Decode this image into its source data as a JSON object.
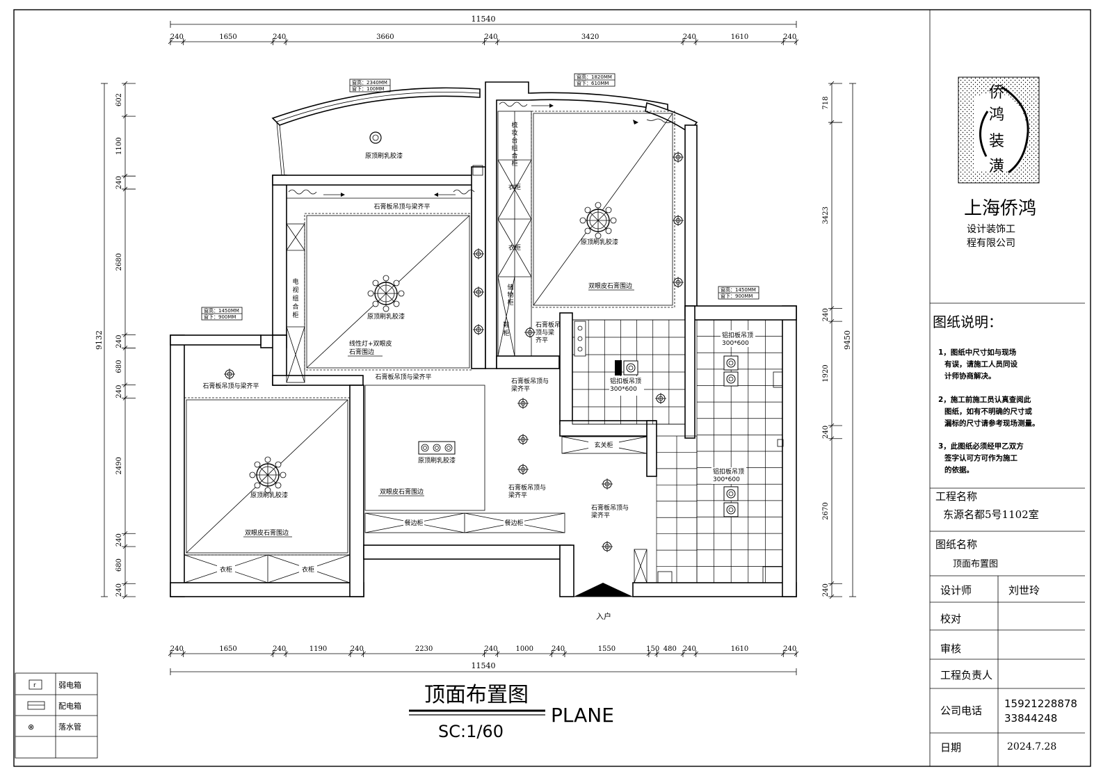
{
  "dimensions": {
    "top_total": "11540",
    "top_segments": [
      "240",
      "1650",
      "240",
      "3660",
      "240",
      "3420",
      "240",
      "1610",
      "240"
    ],
    "bottom_total": "11540",
    "bottom_segments": [
      "240",
      "1650",
      "240",
      "1190",
      "240",
      "2230",
      "240",
      "1000",
      "240",
      "1550",
      "150",
      "480",
      "240",
      "1610",
      "240"
    ],
    "left_total": "9132",
    "left_segments": [
      "602",
      "1100",
      "240",
      "2680",
      "240",
      "680",
      "240",
      "2490",
      "240",
      "680",
      "240"
    ],
    "right_total": "9450",
    "right_segments": [
      "718",
      "3423",
      "240",
      "1920",
      "240",
      "2670",
      "240"
    ]
  },
  "window_tags": [
    {
      "line1": "窗高：2340MM",
      "line2": "窗下：100MM"
    },
    {
      "line1": "窗高：1820MM",
      "line2": "窗下：610MM"
    },
    {
      "line1": "窗高：1450MM",
      "line2": "窗下：900MM"
    },
    {
      "line1": "窗高：1450MM",
      "line2": "窗下：900MM"
    }
  ],
  "room_labels": {
    "balcony_top": "原顶刷乳胶漆",
    "living_gypsum_top": "石膏板吊顶与梁齐平",
    "living_center": "原顶刷乳胶漆",
    "living_line_light1": "线性灯+双眼皮",
    "living_line_light2": "石膏围边",
    "living_gypsum_bottom": "石膏板吊顶与梁齐平",
    "tv_cabinet": [
      "电",
      "视",
      "组",
      "合",
      "柜"
    ],
    "dressing": [
      "梳",
      "妆",
      "台",
      "组",
      "合",
      "柜"
    ],
    "wardrobe_a": "衣柜",
    "wardrobe_b": "衣柜",
    "storage": [
      "储",
      "物",
      "柜"
    ],
    "shoe": [
      "鞋",
      "柜"
    ],
    "master_center": "原顶刷乳胶漆",
    "master_border": "双眼皮石膏围边",
    "corr_gypsum1a": "石膏板吊",
    "corr_gypsum1b": "顶与梁",
    "corr_gypsum1c": "齐平",
    "small_bed_gypsum": "石膏板吊顶与梁齐平",
    "corr_gypsum2a": "石膏板吊顶与",
    "corr_gypsum2b": "梁齐平",
    "bath_alu": "铝扣板吊顶",
    "bath_alu_size": "300*600",
    "kitchen_alu": "铝扣板吊顶",
    "kitchen_alu_size": "300*600",
    "bedroom_left_center": "原顶刷乳胶漆",
    "bedroom_left_border": "双眼皮石膏围边",
    "wardrobe_c": "衣柜",
    "wardrobe_d": "衣柜",
    "dining_center": "原顶刷乳胶漆",
    "dining_border": "双眼皮石膏围边",
    "sideboard1": "餐边柜",
    "sideboard2": "餐边柜",
    "corr_gypsum3a": "石膏板吊顶与",
    "corr_gypsum3b": "梁齐平",
    "entry_gypsum_a": "石膏板吊顶与",
    "entry_gypsum_b": "梁齐平",
    "entry_cabinet": "玄关柜",
    "kitchen_alu2": "铝扣板吊顶",
    "kitchen_alu2_size": "300*600",
    "entrance": "入户"
  },
  "legend": [
    {
      "symbol": "r",
      "label": "弱电箱"
    },
    {
      "symbol": "rect",
      "label": "配电箱"
    },
    {
      "symbol": "⊗",
      "label": "落水管"
    }
  ],
  "title": {
    "main": "顶面布置图",
    "english": "PLANE",
    "scale": "SC:1/60"
  },
  "title_block": {
    "logo_chars": [
      "侨",
      "鸿",
      "装",
      "潢"
    ],
    "company_name": "上海侨鸿",
    "company_sub1": "设计装饰工",
    "company_sub2": "程有限公司",
    "notes_title": "图纸说明：",
    "notes": [
      [
        "1，图纸中尺寸如与现场",
        "有误，请施工人员同设",
        "计师协商解决。"
      ],
      [
        "2，施工前施工员认真查阅此",
        "图纸，如有不明确的尺寸或",
        "漏标的尺寸请参考现场测量。"
      ],
      [
        "3，此图纸必须经甲乙双方",
        "签字认可方可作为施工",
        "的依据。"
      ]
    ],
    "project_label": "工程名称",
    "project_value": "东源名都5号1102室",
    "drawing_label": "图纸名称",
    "drawing_value": "顶面布置图",
    "designer_label": "设计师",
    "designer_value": "刘世玲",
    "check_label": "校对",
    "review_label": "审核",
    "manager_label": "工程负责人",
    "phone_label": "公司电话",
    "phone1": "15921228878",
    "phone2": "33844248",
    "date_label": "日期",
    "date_value": "2024.7.28"
  }
}
